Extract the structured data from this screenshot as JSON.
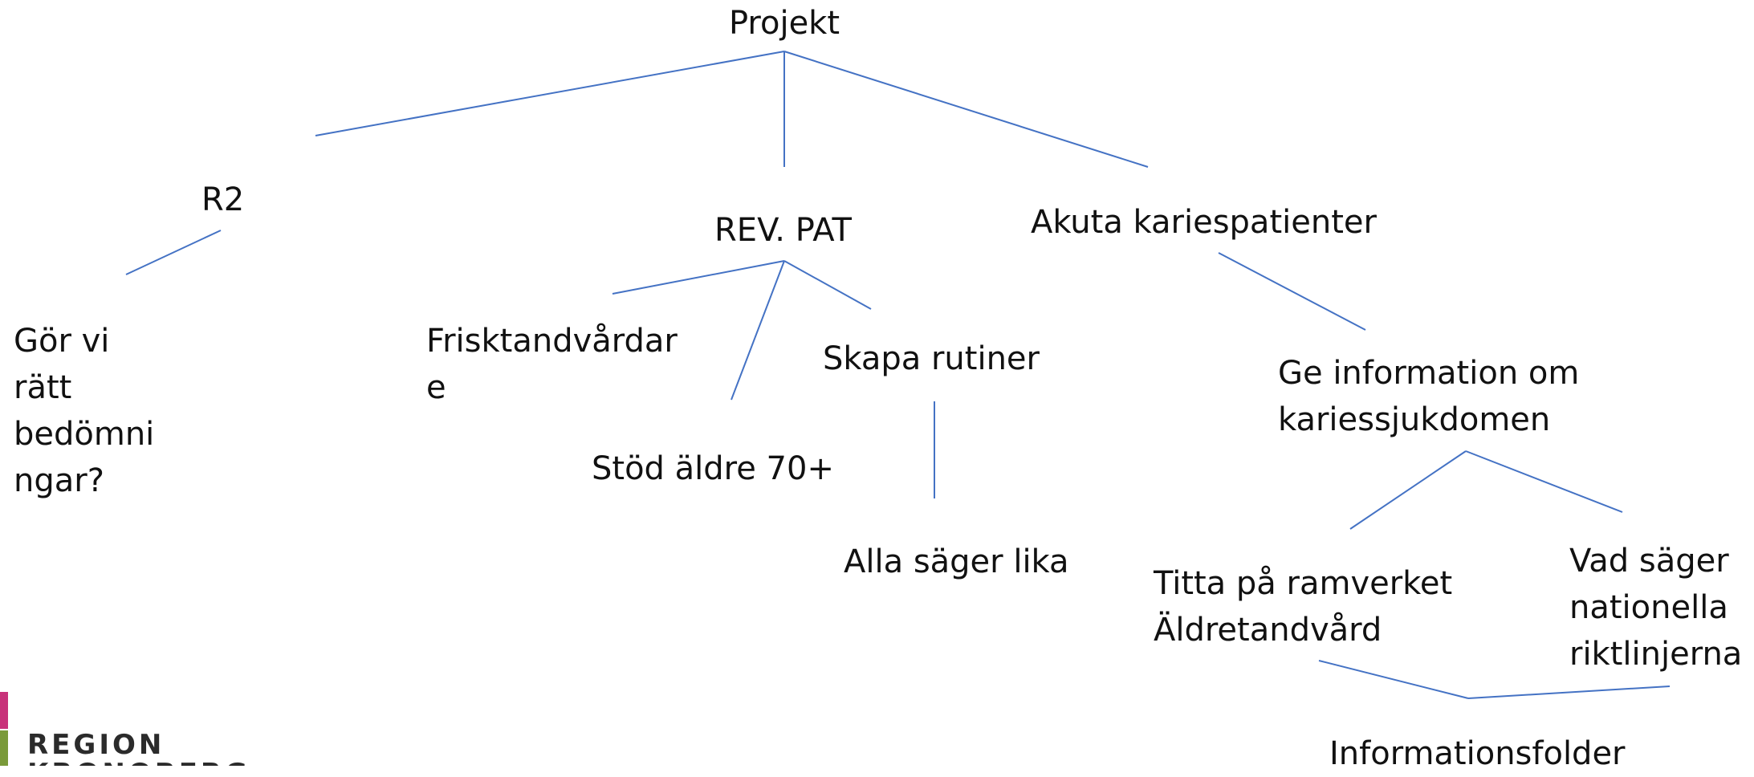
{
  "nodes": {
    "projekt": "Projekt",
    "r2": "R2",
    "rev_pat": "REV. PAT",
    "akuta": "Akuta kariespatienter",
    "gor_vi": "Gör vi\nrätt\nbedömni\nngar?",
    "frisktand": "Frisktandvårdar\ne",
    "stod": "Stöd äldre 70+",
    "skapa": "Skapa rutiner",
    "alla": "Alla säger lika",
    "ge_info": "Ge information om\nkariessjukdomen",
    "titta": "Titta på ramverket\nÄldretandvård",
    "vad": "Vad säger\nnationella\nriktlinjerna",
    "folder": "Informationsfolder"
  },
  "logo": {
    "line1": "REGION",
    "line2": "KRONOBERG"
  },
  "colors": {
    "connector": "#4472c4",
    "text": "#111111",
    "logo_magenta": "#c8327a",
    "logo_green": "#7a9a3a"
  }
}
